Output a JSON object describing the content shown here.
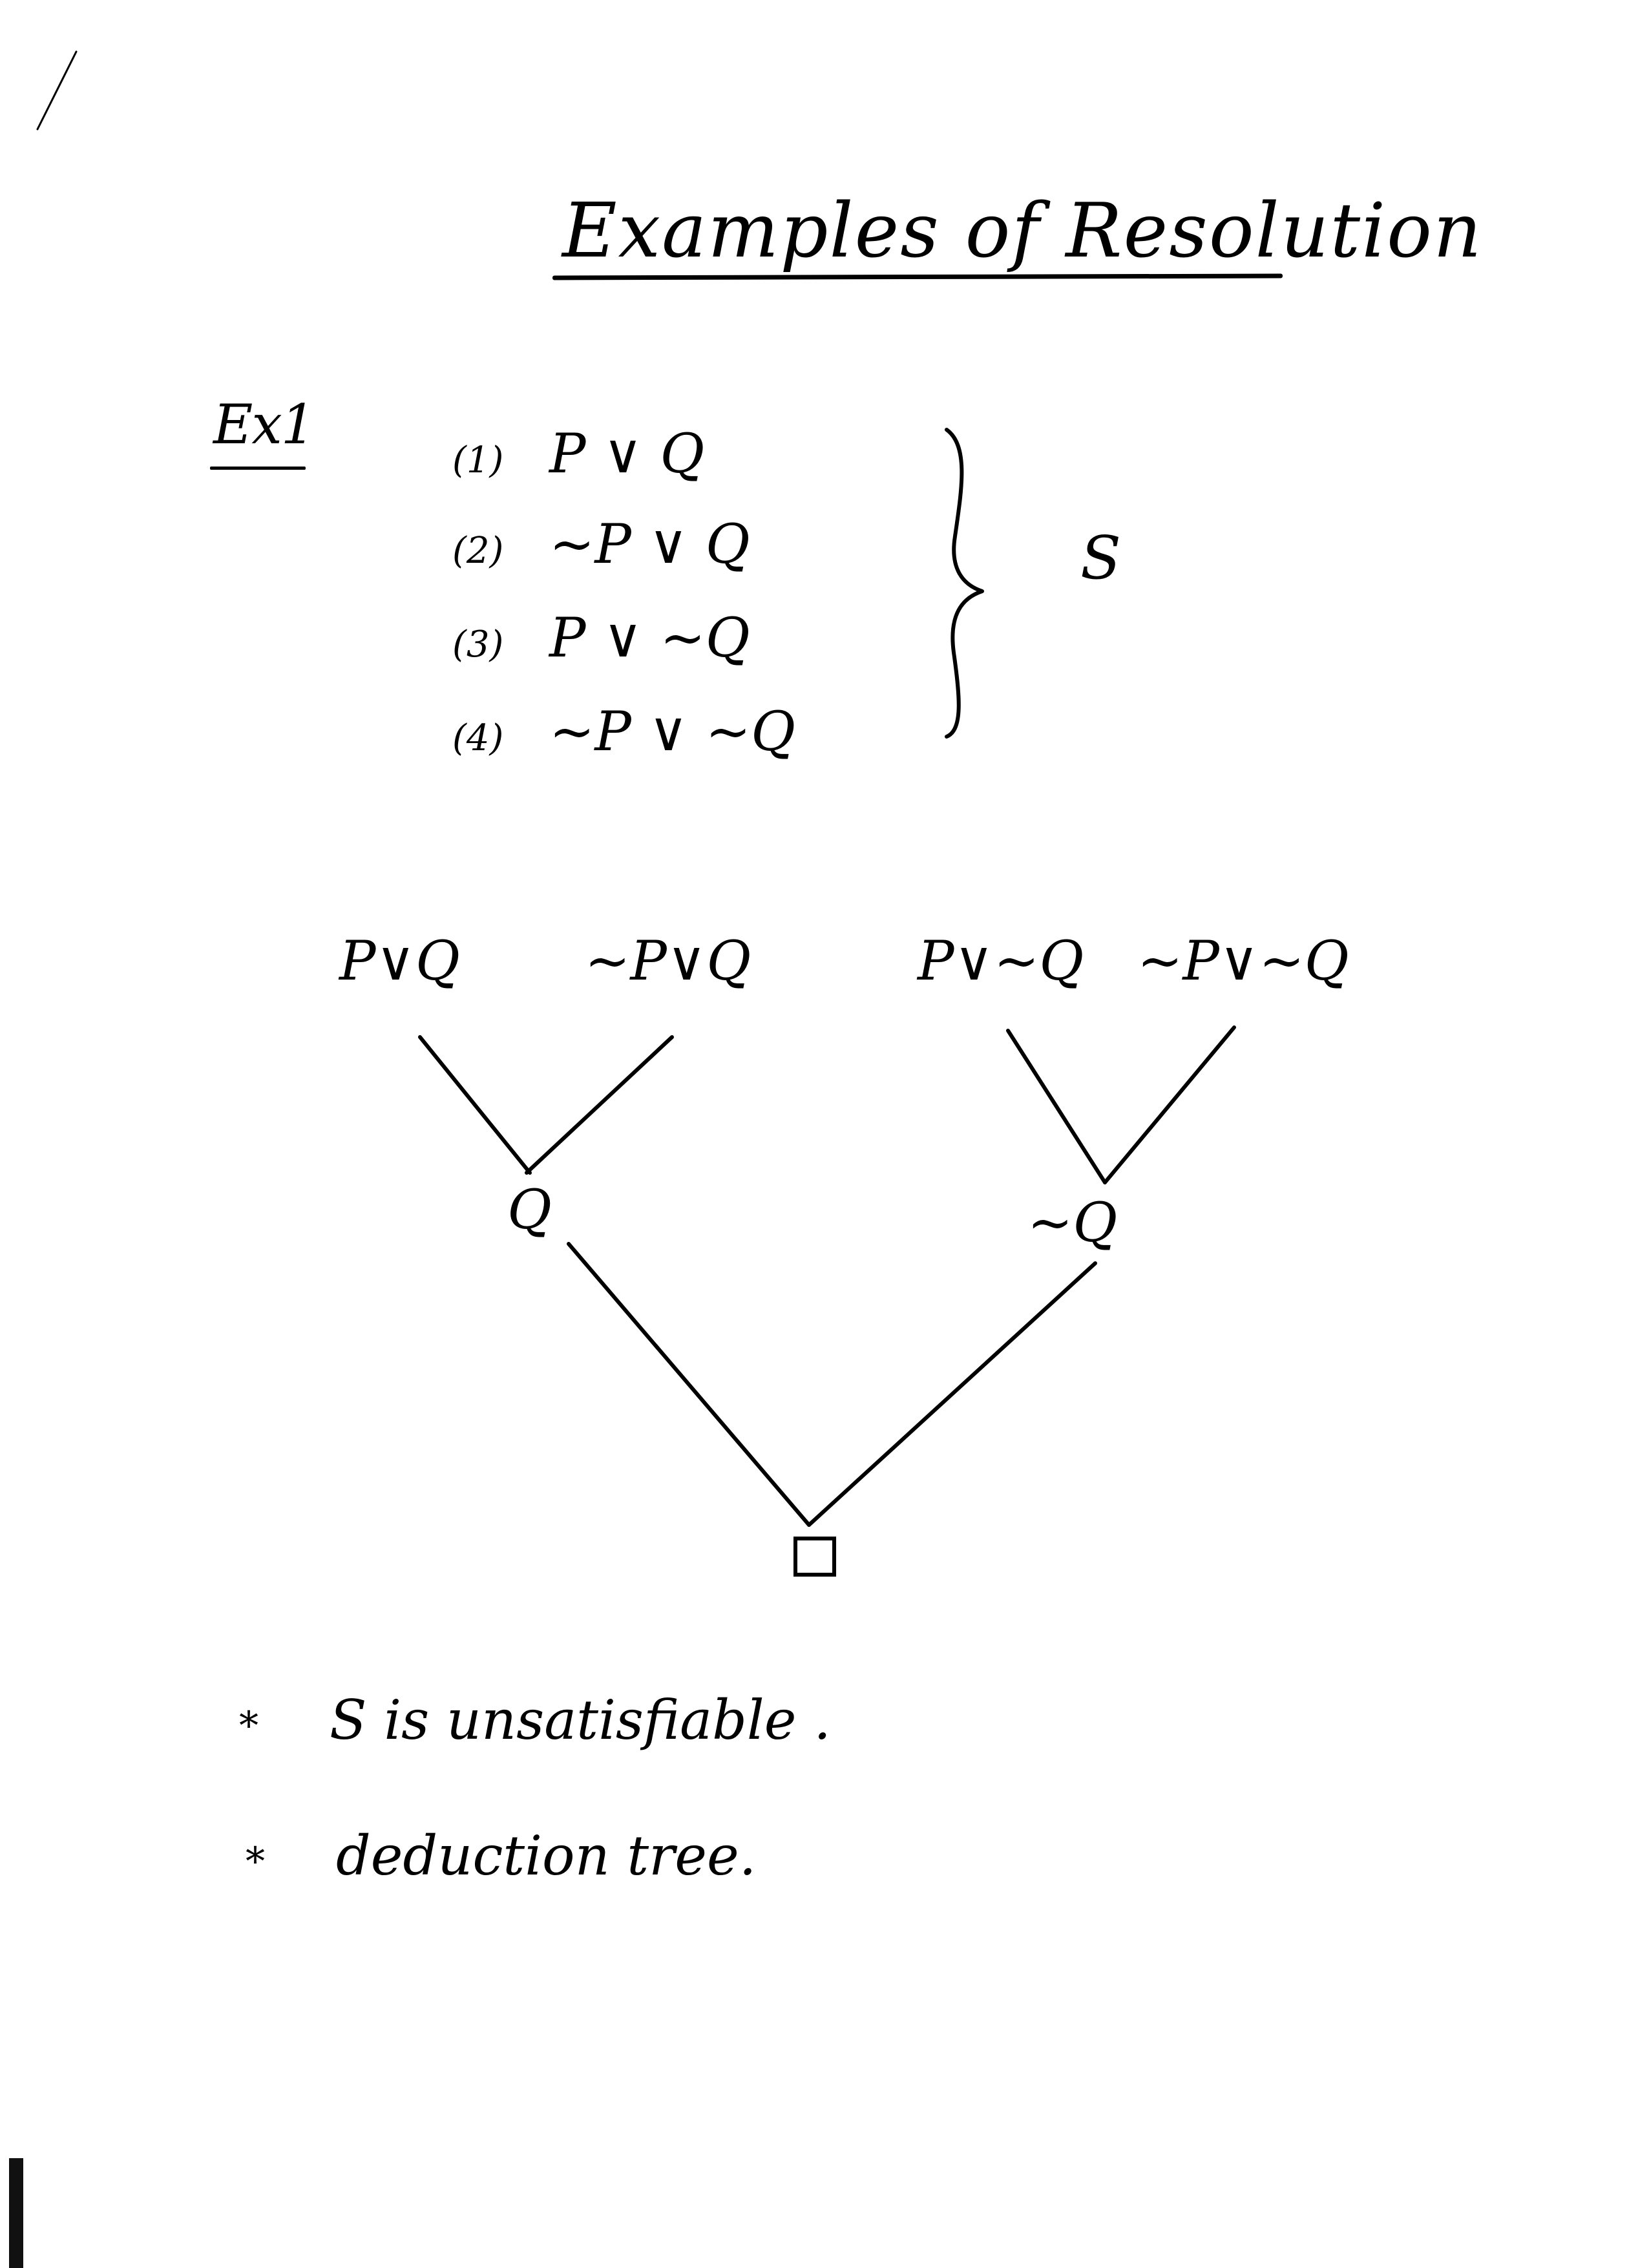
{
  "title": "Examples of Resolution",
  "example_label": "Ex1",
  "clauses": [
    {
      "number": "(1)",
      "text": "P ∨ Q"
    },
    {
      "number": "(2)",
      "text": "~P ∨ Q"
    },
    {
      "number": "(3)",
      "text": "P ∨ ~Q"
    },
    {
      "number": "(4)",
      "text": "~P ∨ ~Q"
    }
  ],
  "set_label": "S",
  "tree": {
    "leaves": [
      "P∨Q",
      "~P∨Q",
      "P∨~Q",
      "~P∨~Q"
    ],
    "intermediate": [
      "Q",
      "~Q"
    ],
    "root": "□"
  },
  "notes": [
    {
      "bullet": "*",
      "text": "S  is  unsatisfiable ."
    },
    {
      "bullet": "*",
      "text": "deduction tree."
    }
  ]
}
